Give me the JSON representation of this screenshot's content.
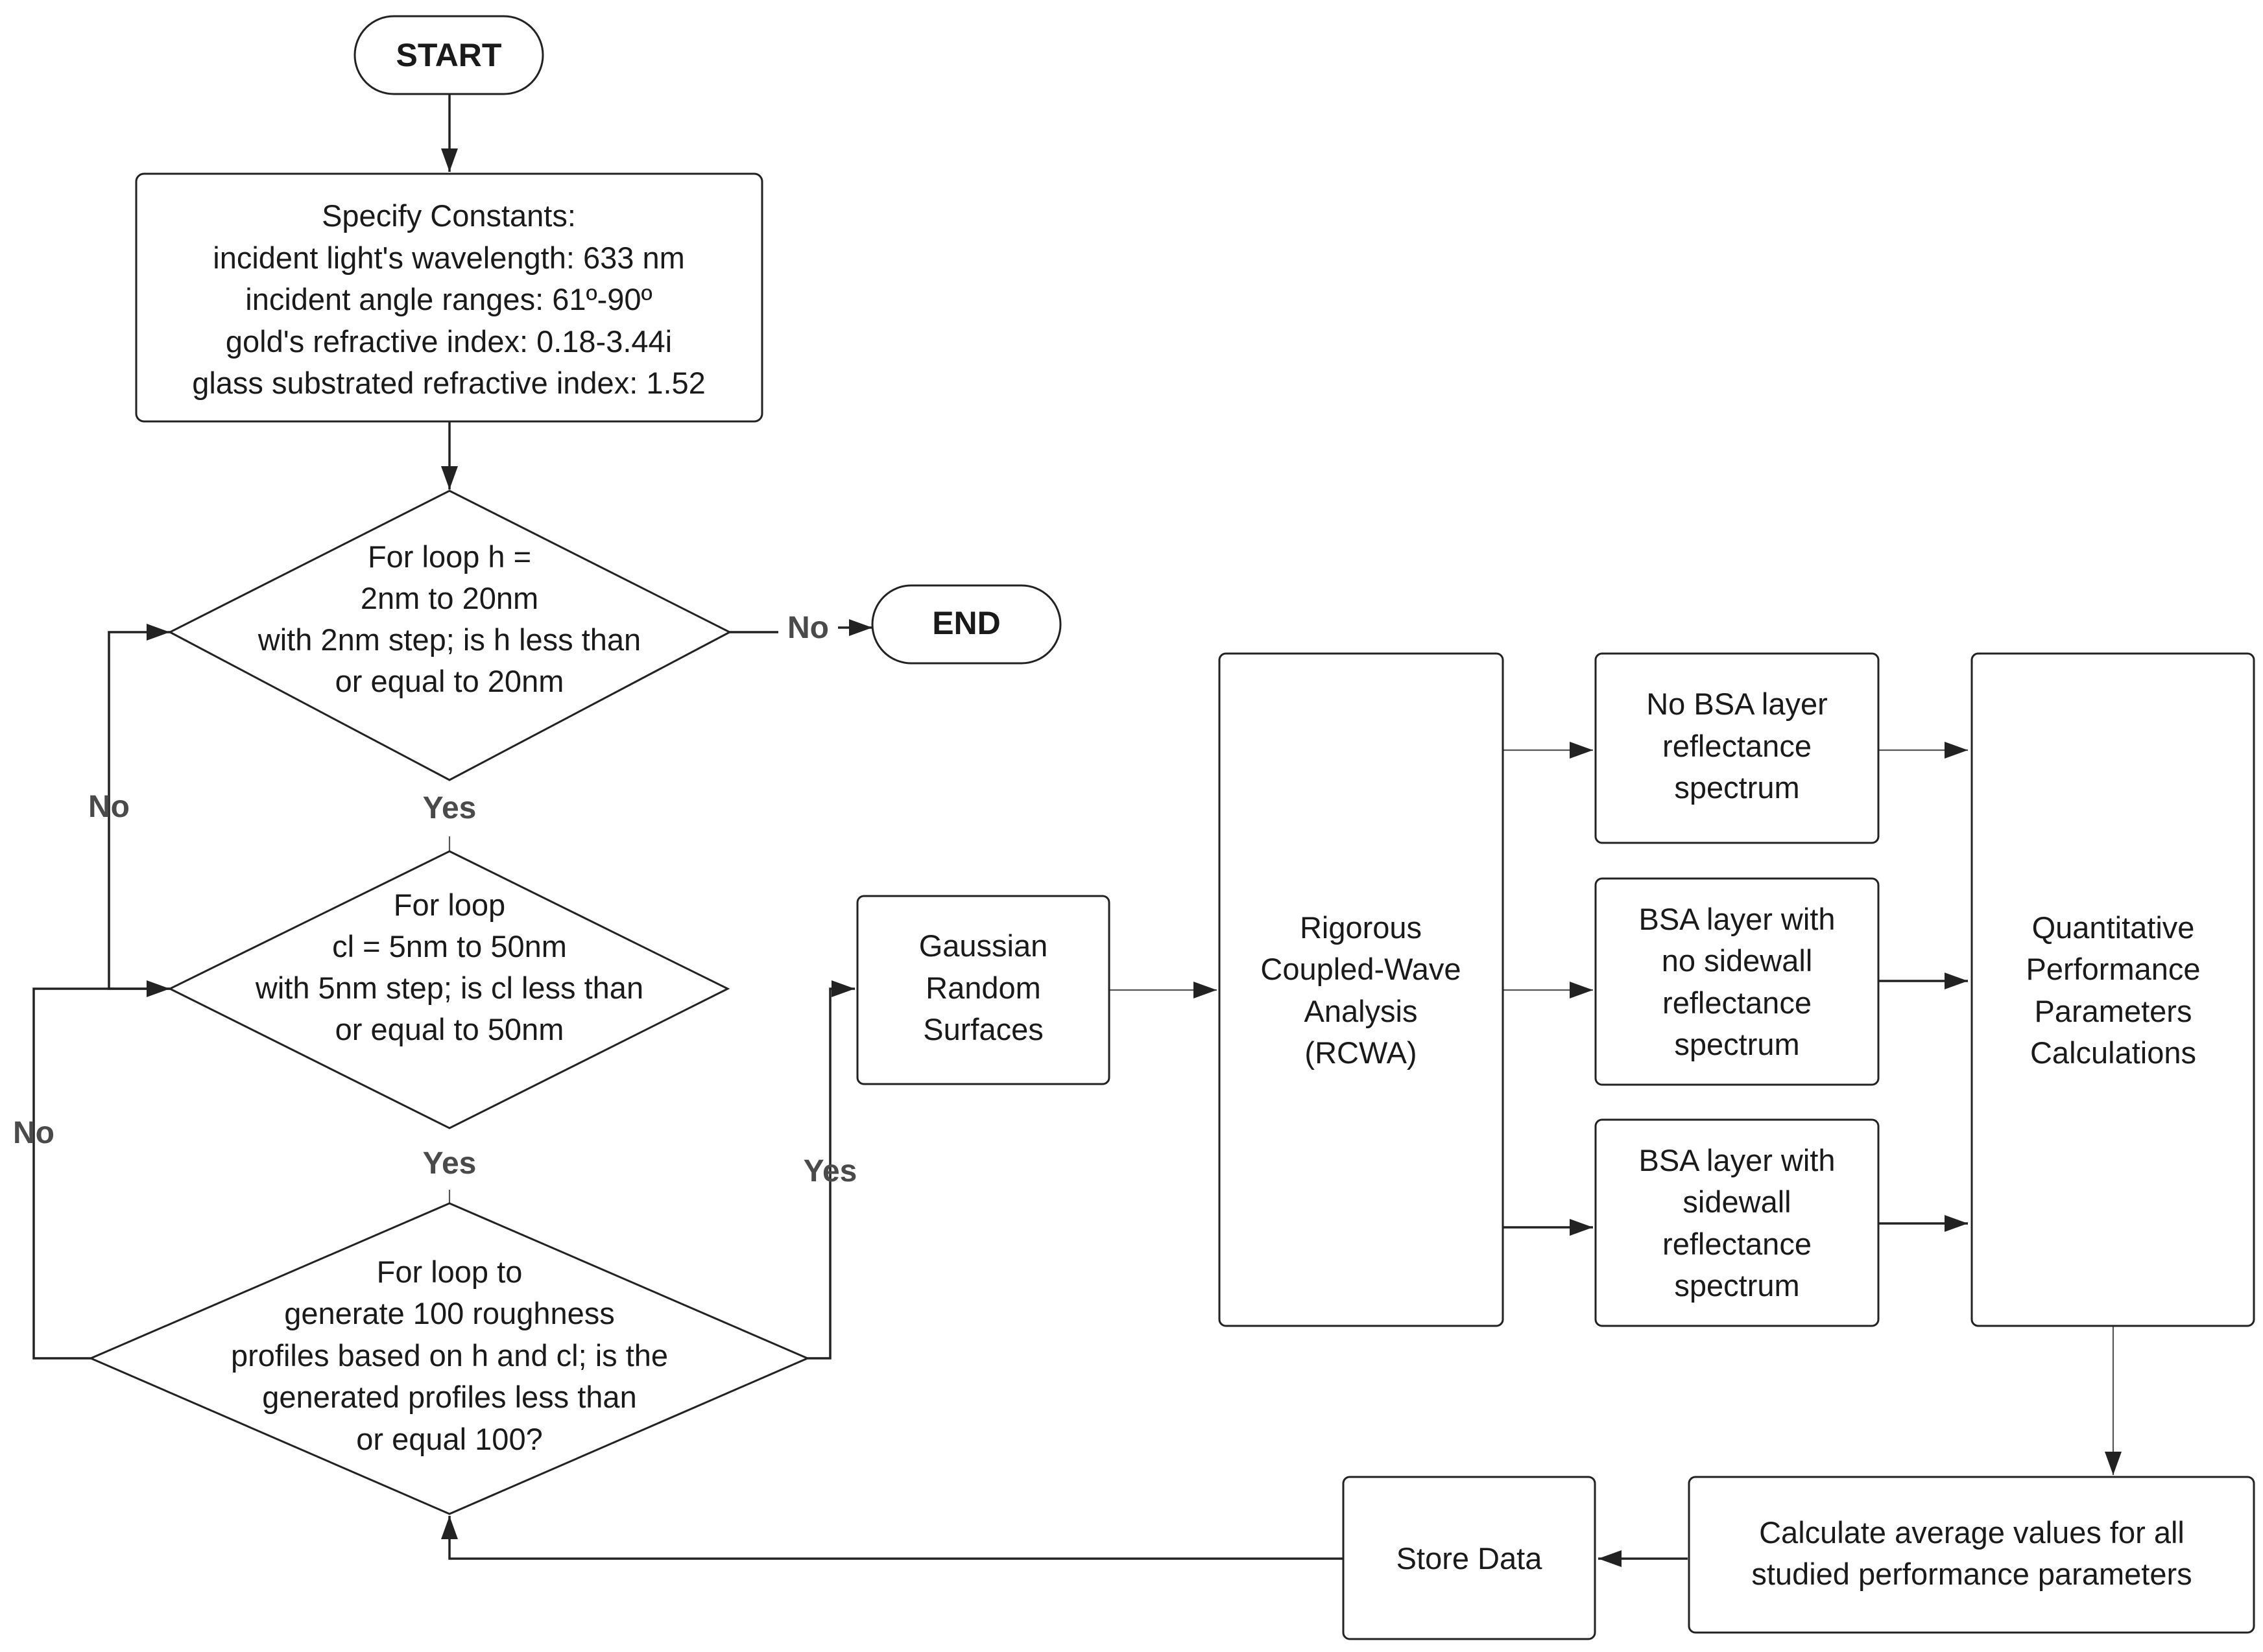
{
  "nodes": {
    "start": "START",
    "end": "END",
    "constants": {
      "lines": [
        "Specify Constants:",
        "incident light's wavelength: 633 nm",
        "incident angle ranges: 61º-90º",
        "gold's refractive index: 0.18-3.44i",
        "glass substrated refractive index: 1.52"
      ]
    },
    "loop_h": {
      "lines": [
        "For loop h =",
        "2nm to 20nm",
        "with 2nm step; is h less than",
        "or equal to 20nm"
      ]
    },
    "loop_cl": {
      "lines": [
        "For loop",
        "cl = 5nm to 50nm",
        "with 5nm step; is cl less than",
        "or equal to 50nm"
      ]
    },
    "loop_profiles": {
      "lines": [
        "For loop to",
        "generate 100 roughness",
        "profiles based on h and cl; is the",
        "generated profiles less than",
        "or equal 100?"
      ]
    },
    "gaussian": {
      "lines": [
        "Gaussian",
        "Random",
        "Surfaces"
      ]
    },
    "rcwa": {
      "lines": [
        "Rigorous",
        "Coupled-Wave",
        "Analysis",
        "(RCWA)"
      ]
    },
    "no_bsa": {
      "lines": [
        "No BSA layer",
        "reflectance",
        "spectrum"
      ]
    },
    "bsa_no_sidewall": {
      "lines": [
        "BSA layer with",
        "no sidewall",
        "reflectance",
        "spectrum"
      ]
    },
    "bsa_sidewall": {
      "lines": [
        "BSA layer with",
        "sidewall",
        "reflectance",
        "spectrum"
      ]
    },
    "quantitative": {
      "lines": [
        "Quantitative",
        "Performance",
        "Parameters",
        "Calculations"
      ]
    },
    "average": {
      "lines": [
        "Calculate average values for all",
        "studied performance parameters"
      ]
    },
    "store": {
      "lines": [
        "Store Data"
      ]
    }
  },
  "edge_labels": {
    "h_no": "No",
    "h_yes": "Yes",
    "cl_no": "No",
    "cl_yes": "Yes",
    "profiles_no": "No",
    "profiles_yes": "Yes"
  }
}
